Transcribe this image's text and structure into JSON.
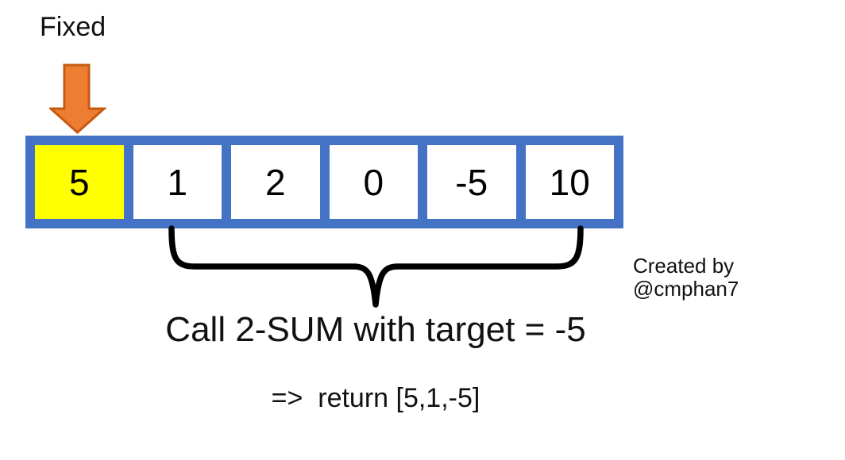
{
  "labels": {
    "fixed": "Fixed",
    "call_text": "Call 2-SUM with target = -5",
    "return_text": "=>  return [5,1,-5]",
    "credit": "Created by @cmphan7"
  },
  "array": {
    "values": [
      "5",
      "1",
      "2",
      "0",
      "-5",
      "10"
    ],
    "highlighted_index": 0,
    "highlight_color": "#FFFF00",
    "border_color": "#4472C4",
    "cell_background": "#FFFFFF",
    "text_color": "#000000"
  },
  "arrow_icon": {
    "name": "down-arrow-icon",
    "fill": "#ED7D31",
    "stroke": "#C55A11"
  },
  "brace_icon": {
    "name": "curly-brace-down",
    "color": "#000000"
  }
}
